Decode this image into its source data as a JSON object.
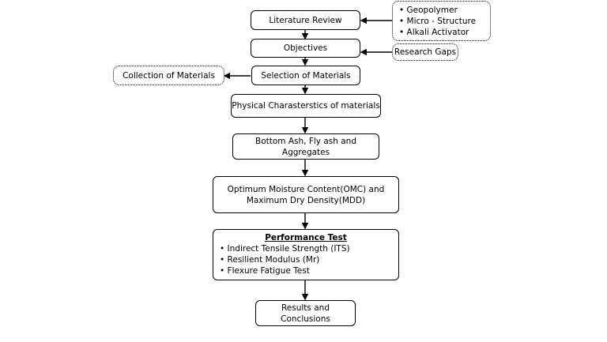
{
  "flow": {
    "literature_review": "Literature Review",
    "objectives": "Objectives",
    "selection": "Selection of Materials",
    "physical": "Physical Charasterstics of materials",
    "materials_line1": "Bottom Ash, Fly ash and",
    "materials_line2": "Aggregates",
    "omc_line1": "Optimum Moisture Content(OMC) and",
    "omc_line2": "Maximum Dry Density(MDD)",
    "performance": {
      "title": "Performance Test",
      "items": [
        "• Indirect Tensile Strength (ITS)",
        "• Resilient Modulus (Mr)",
        "•  Flexure Fatigue Test"
      ]
    },
    "results_line1": "Results and",
    "results_line2": "Conclusions"
  },
  "side": {
    "literature_topics": [
      "• Geopolymer",
      "• Micro - Structure",
      "• Alkali Activator"
    ],
    "research_gaps": "Research Gaps",
    "collection": "Collection of Materials"
  }
}
